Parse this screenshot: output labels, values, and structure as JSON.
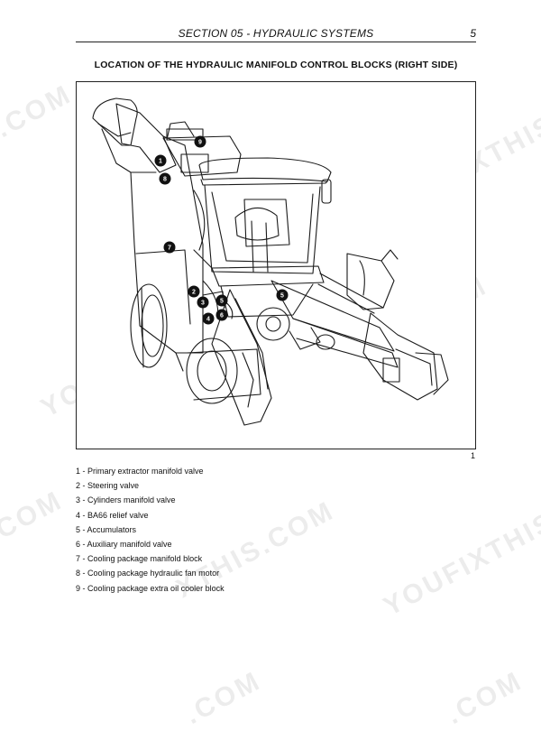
{
  "header": {
    "section_title": "SECTION 05 - HYDRAULIC SYSTEMS",
    "page_number": "5"
  },
  "heading": "LOCATION OF THE HYDRAULIC MANIFOLD CONTROL BLOCKS (RIGHT SIDE)",
  "figure": {
    "number": "1",
    "callouts": [
      "1",
      "2",
      "3",
      "4",
      "5",
      "5",
      "6",
      "7",
      "8",
      "9"
    ]
  },
  "legend": [
    "1 - Primary extractor manifold valve",
    "2 - Steering valve",
    "3 - Cylinders manifold valve",
    "4 - BA66 relief valve",
    "5 - Accumulators",
    "6 - Auxiliary manifold valve",
    "7 - Cooling package manifold block",
    "8 - Cooling package hydraulic fan motor",
    "9 - Cooling package extra oil cooler block"
  ],
  "watermarks": [
    ".COM",
    "YOUFIXTHIS",
    "YOUFIXTHIS",
    "THIS.COM",
    "YOUFIXTHIS",
    ".COM",
    "YOUFIXTHIS",
    "XTHIS.COM",
    "YOUFIXTHIS",
    ".COM",
    ".COM"
  ]
}
